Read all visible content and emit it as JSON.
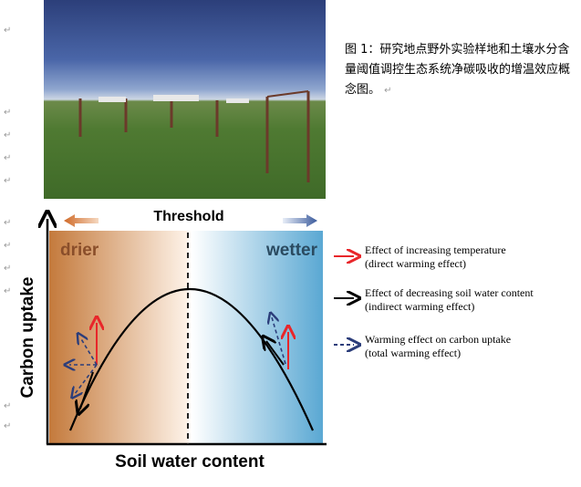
{
  "caption": "图 1：研究地点野外实验样地和土壤水分含量阈值调控生态系统净碳吸收的增温效应概念图。",
  "paragraph_mark": "↵",
  "diagram": {
    "threshold": "Threshold",
    "drier": "drier",
    "wetter": "wetter",
    "ylabel": "Carbon uptake",
    "xlabel": "Soil water content",
    "colors": {
      "drier": "#c47a3c",
      "wetter": "#5aa8d3",
      "temp_arrow": "#e8262a",
      "soil_arrow": "#000000",
      "total_arrow": "#2b3d7a"
    }
  },
  "legend": [
    {
      "line1": "Effect of increasing temperature",
      "line2": "(direct warming effect)"
    },
    {
      "line1": "Effect of decreasing soil water content",
      "line2": "(indirect warming effect)"
    },
    {
      "line1": "Warming effect on carbon uptake",
      "line2": "(total warming effect)"
    }
  ]
}
